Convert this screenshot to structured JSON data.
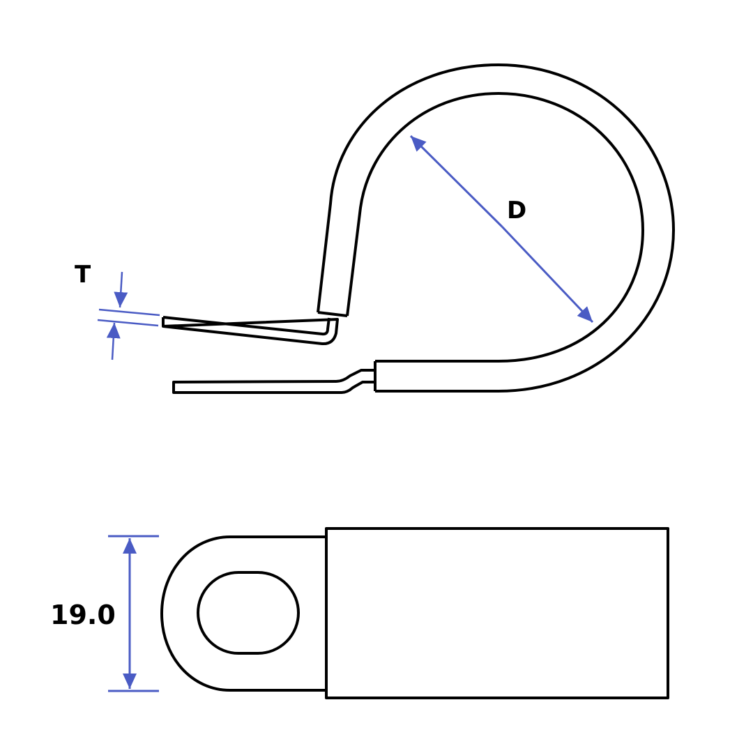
{
  "diagram": {
    "subject": "P-clip / cushion cable clamp",
    "views": [
      {
        "name": "side-view",
        "labels": [
          "T",
          "D"
        ]
      },
      {
        "name": "top-view",
        "labels": [
          "19.0"
        ]
      }
    ]
  },
  "labels": {
    "thickness": "T",
    "diameter": "D",
    "width": "19.0"
  },
  "colors": {
    "outline": "#000000",
    "dimension": "#4a5bc4",
    "background": "#ffffff"
  }
}
